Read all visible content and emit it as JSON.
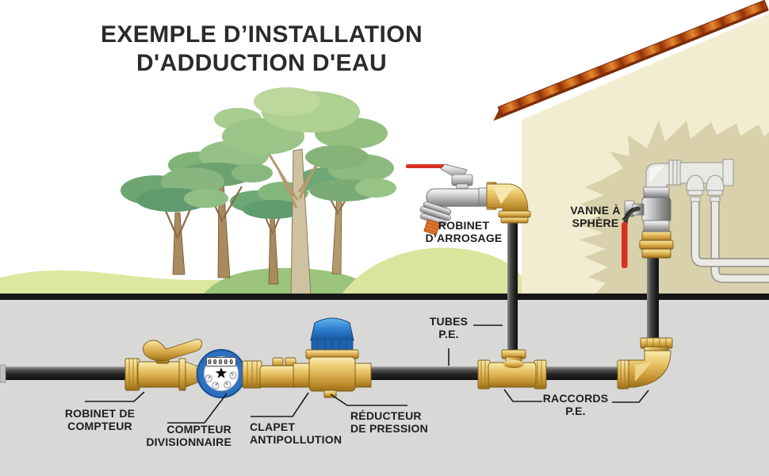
{
  "title": {
    "line1": "EXEMPLE D’INSTALLATION",
    "line2": "D'ADDUCTION D'EAU"
  },
  "labels": {
    "robinet_arrosage": {
      "line1": "ROBINET",
      "line2": "D’ARROSAGE"
    },
    "vanne_sphere": {
      "line1": "VANNE À",
      "line2": "SPHÈRE"
    },
    "tubes_pe": {
      "line1": "TUBES",
      "line2": "P.E."
    },
    "raccords_pe": {
      "line1": "RACCORDS",
      "line2": "P.E."
    },
    "robinet_compteur": {
      "line1": "ROBINET DE",
      "line2": "COMPTEUR"
    },
    "compteur_divisionnaire": {
      "line1": "COMPTEUR",
      "line2": "DIVISIONNAIRE"
    },
    "clapet_antipollution": {
      "line1": "CLAPET",
      "line2": "ANTIPOLLUTION"
    },
    "reducteur_pression": {
      "line1": "RÉDUCTEUR",
      "line2": "DE PRESSION"
    }
  },
  "meter": {
    "reading": "00000"
  },
  "colors": {
    "label_text": "#1d1d1d",
    "title_text": "#2b2b2b",
    "brass": "#ddb254",
    "chrome": "#bbbbbb",
    "pipe": "#2e2e2e",
    "meter_blue": "#2e6fbe",
    "cap_blue": "#2f7fd0",
    "handle_red": "#d93024",
    "grass": "#dde7a0",
    "grass_dark": "#9cc47c",
    "wall": "#f2ecd0",
    "wall_burst": "#d8d1ab",
    "roof": "#b34f12",
    "ground_line": "#161616",
    "underground": "#d8d8d6"
  }
}
